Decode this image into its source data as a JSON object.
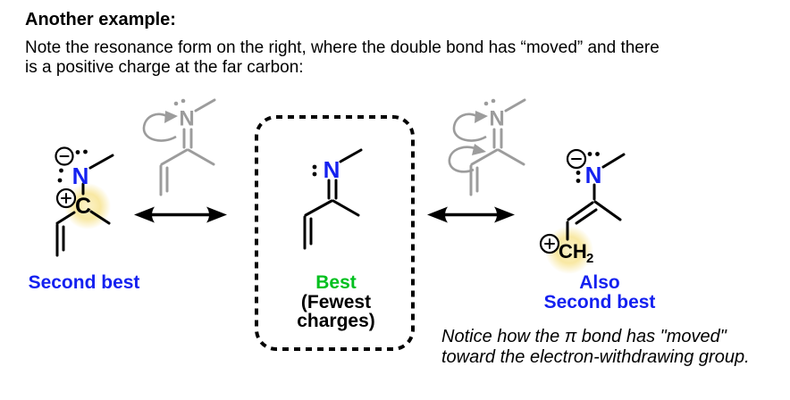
{
  "header": {
    "title": "Another example:",
    "line1": "Note the resonance form on the right, where the double bond has “moved” and there",
    "line2": "is a positive charge at the far carbon:"
  },
  "atoms": {
    "nitrogen": "N",
    "carbon": "C",
    "ch": "CH",
    "ch_subscript": "2"
  },
  "captions": {
    "left": "Second best",
    "middle_rank": "Best",
    "middle_note_line1": "(Fewest",
    "middle_note_line2": "charges)",
    "right_line1": "Also",
    "right_line2": "Second best"
  },
  "notice": {
    "line1": "Notice how the π bond has \"moved\"",
    "line2": "toward the electron-withdrawing group."
  },
  "colors": {
    "nitrogen_blue": "#1421f0",
    "best_green": "#00c01e",
    "ghost_gray": "#9c9c9c",
    "highlight_yellow": "#f8e79e",
    "text_black": "#000000"
  }
}
